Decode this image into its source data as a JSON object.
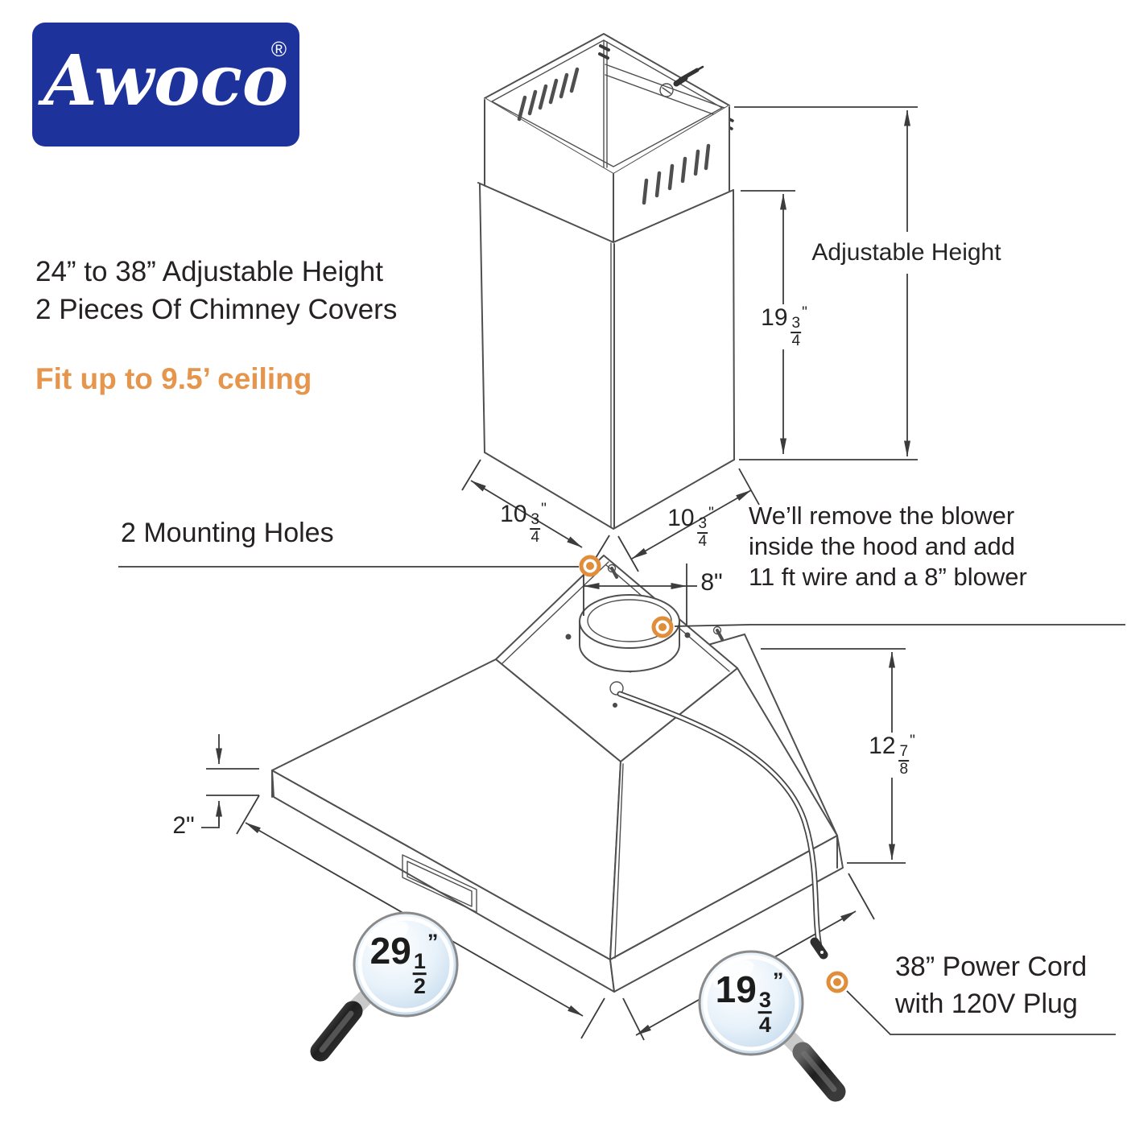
{
  "logo": {
    "brand": "Awoco",
    "registered": "®",
    "bg_color": "#1d339b",
    "text_color": "#ffffff"
  },
  "intro": {
    "line1": "24” to 38” Adjustable Height",
    "line2": "2 Pieces Of Chimney Covers",
    "highlight": "Fit up to 9.5’ ceiling",
    "highlight_color": "#e5954c",
    "text_color": "#262223"
  },
  "callouts": {
    "mounting_holes": "2 Mounting Holes",
    "adjustable_height": "Adjustable Height",
    "blower_note": {
      "line1": "We’ll remove the blower",
      "line2": "inside the hood and add",
      "line3": "11 ft wire and a 8” blower"
    },
    "power_cord": {
      "line1": "38” Power Cord",
      "line2": "with 120V Plug"
    }
  },
  "dimensions": {
    "upper_chimney_height": {
      "whole": "19",
      "num": "3",
      "den": "4",
      "unit": "\""
    },
    "chimney_depth_left": {
      "whole": "10",
      "num": "3",
      "den": "4",
      "unit": "\""
    },
    "chimney_width_right": {
      "whole": "10",
      "num": "3",
      "den": "4",
      "unit": "\""
    },
    "duct_diameter": {
      "whole": "8",
      "unit": "\""
    },
    "hood_height": {
      "whole": "12",
      "num": "7",
      "den": "8",
      "unit": "\""
    },
    "lip_height": {
      "whole": "2",
      "unit": "\""
    },
    "hood_width": {
      "whole": "29",
      "num": "1",
      "den": "2",
      "unit": "”"
    },
    "hood_depth": {
      "whole": "19",
      "num": "3",
      "den": "4",
      "unit": "”"
    }
  },
  "colors": {
    "marker_orange": "#e08e3c",
    "drawing_line": "#4f4f4f",
    "dimension_line": "#3c3c3c",
    "lens_blue": "#d8e8f5"
  }
}
